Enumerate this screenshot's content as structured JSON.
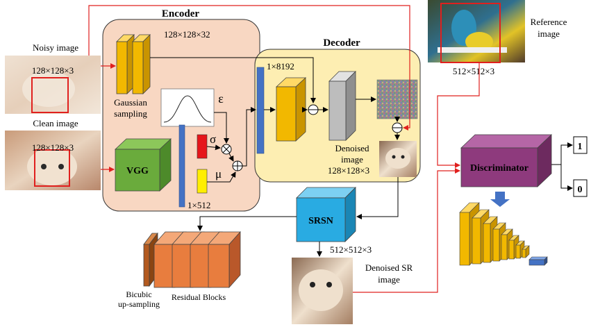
{
  "encoder": {
    "title": "Encoder",
    "conv_dims": "128×128×32",
    "gaussian_label_1": "Gaussian",
    "gaussian_label_2": "sampling",
    "epsilon": "ε",
    "sigma": "σ",
    "mu": "μ",
    "vgg": "VGG",
    "latent_dims": "1×512"
  },
  "decoder": {
    "title": "Decoder",
    "fc_dims": "1×8192",
    "denoised_1": "Denoised",
    "denoised_2": "image",
    "denoised_dims": "128×128×3"
  },
  "inputs": {
    "noisy": {
      "label": "Noisy image",
      "dims": "128×128×3"
    },
    "clean": {
      "label": "Clean image",
      "dims": "128×128×3"
    },
    "reference": {
      "label_1": "Reference",
      "label_2": "image",
      "dims": "512×512×3"
    }
  },
  "srsn": {
    "label": "SRSN",
    "output_dims": "512×512×3",
    "output_label_1": "Denoised SR",
    "output_label_2": "image",
    "bicubic_1": "Bicubic",
    "bicubic_2": "up-sampling",
    "residual": "Residual Blocks"
  },
  "discriminator": {
    "label": "Discriminator",
    "out_real": "1",
    "out_fake": "0"
  },
  "colors": {
    "encoder_bg": "#f8d7c2",
    "decoder_bg": "#fdeeb2",
    "conv": "#f2b800",
    "vgg": "#6aab3c",
    "latent": "#4472c4",
    "srsn": "#29abe2",
    "disc": "#8e3a7d",
    "residual": "#e87d3e",
    "red": "#e0201e",
    "noise_grey": "#bdbdbd"
  }
}
